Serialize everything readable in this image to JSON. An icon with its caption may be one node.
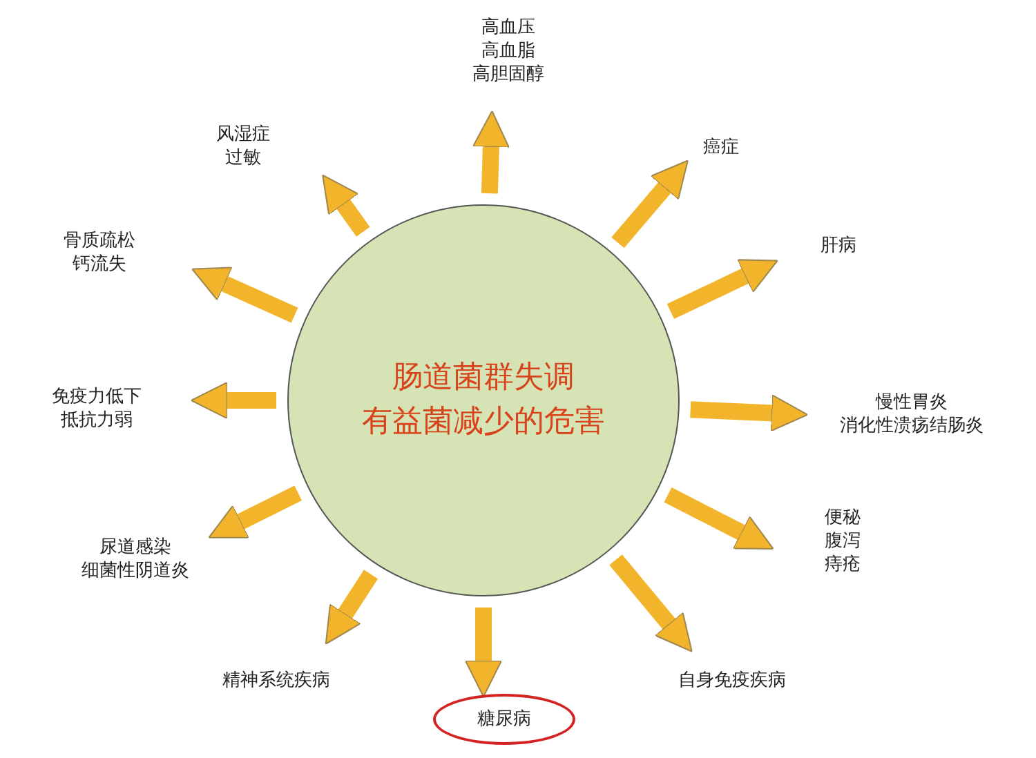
{
  "diagram": {
    "nodes": [
      {
        "text": [
          "肠道菌群失调",
          "有益菌减少的危害"
        ]
      },
      {
        "text": [
          "高血压",
          "高血脂",
          "高胆固醇"
        ]
      },
      {
        "text": [
          "风湿症",
          "过敏"
        ]
      },
      {
        "text": [
          "癌症"
        ]
      },
      {
        "text": [
          "骨质疏松",
          "钙流失"
        ]
      },
      {
        "text": [
          "肝病"
        ]
      },
      {
        "text": [
          "免疫力低下",
          "抵抗力弱"
        ]
      },
      {
        "text": [
          "慢性胃炎",
          "消化性溃疡结肠炎"
        ]
      },
      {
        "text": [
          "尿道感染",
          "细菌性阴道炎"
        ]
      },
      {
        "text": [
          "便秘",
          "腹泻",
          "痔疮"
        ]
      },
      {
        "text": [
          "精神系统疾病"
        ]
      },
      {
        "text": [
          "自身免疫疾病"
        ]
      },
      {
        "text": [
          "糖尿病"
        ]
      }
    ],
    "edges": [
      {
        "from": 0,
        "to": 1,
        "arrow": "to"
      },
      {
        "from": 0,
        "to": 2,
        "arrow": "to"
      },
      {
        "from": 0,
        "to": 3,
        "arrow": "to"
      },
      {
        "from": 0,
        "to": 4,
        "arrow": "to"
      },
      {
        "from": 0,
        "to": 5,
        "arrow": "to"
      },
      {
        "from": 0,
        "to": 6,
        "arrow": "to"
      },
      {
        "from": 0,
        "to": 7,
        "arrow": "to"
      },
      {
        "from": 0,
        "to": 8,
        "arrow": "to"
      },
      {
        "from": 0,
        "to": 9,
        "arrow": "to"
      },
      {
        "from": 0,
        "to": 10,
        "arrow": "to"
      },
      {
        "from": 0,
        "to": 11,
        "arrow": "to"
      },
      {
        "from": 0,
        "to": 12,
        "arrow": "to"
      }
    ]
  }
}
